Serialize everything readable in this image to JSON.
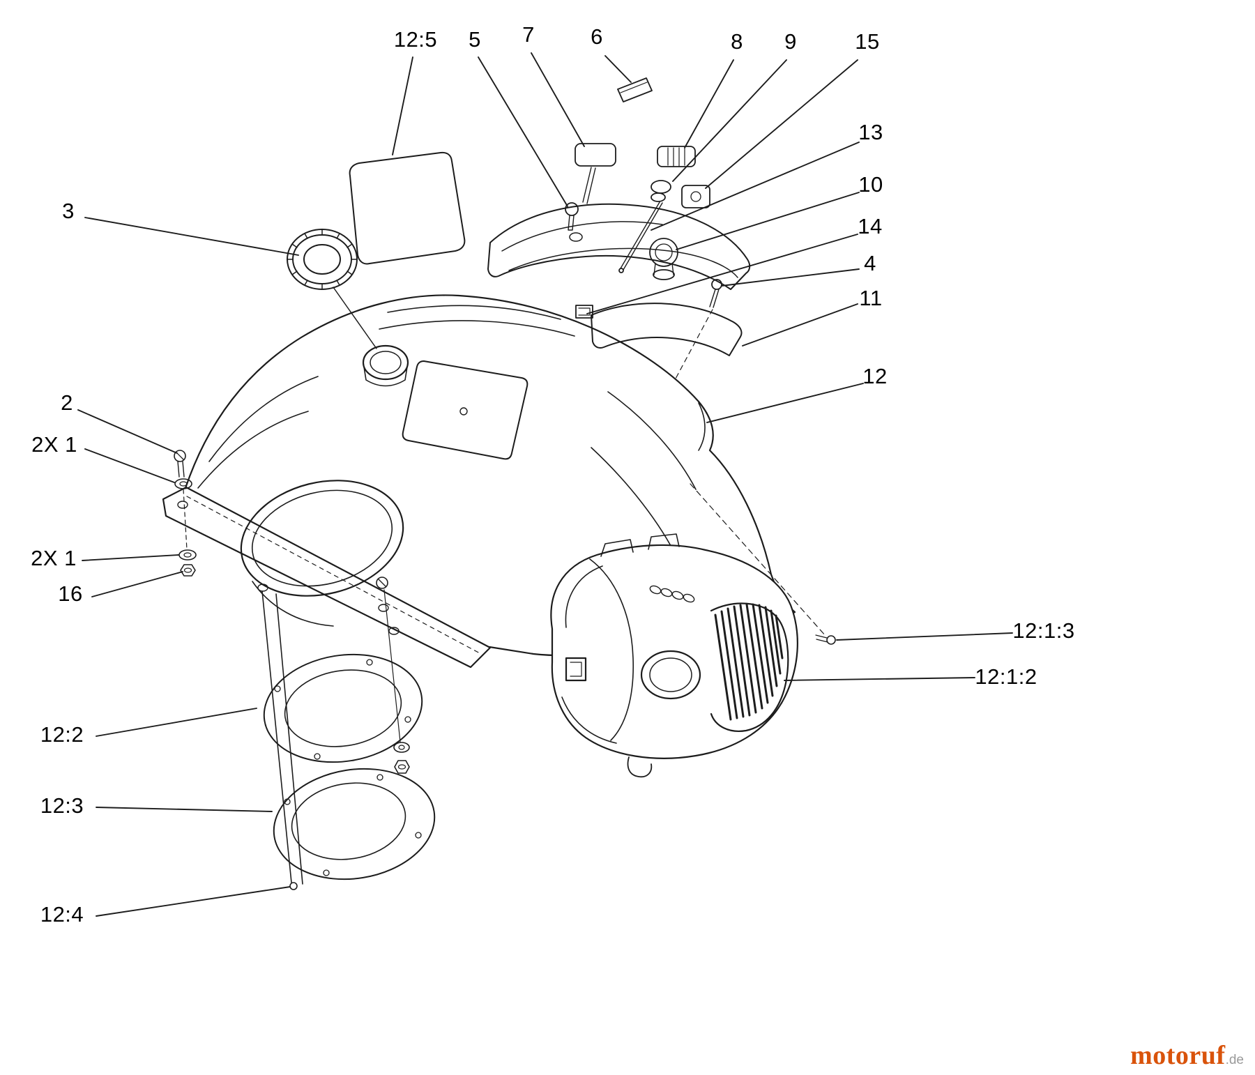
{
  "diagram": {
    "type": "exploded-parts-diagram",
    "subject": "snowthrower upper shroud and control panel assembly",
    "line_color": "#1c1c1c",
    "background_color": "#ffffff",
    "callouts": [
      {
        "id": "12-5",
        "label": "12:5"
      },
      {
        "id": "5",
        "label": "5"
      },
      {
        "id": "7",
        "label": "7"
      },
      {
        "id": "6",
        "label": "6"
      },
      {
        "id": "8",
        "label": "8"
      },
      {
        "id": "9",
        "label": "9"
      },
      {
        "id": "15",
        "label": "15"
      },
      {
        "id": "13",
        "label": "13"
      },
      {
        "id": "10",
        "label": "10"
      },
      {
        "id": "14",
        "label": "14"
      },
      {
        "id": "4",
        "label": "4"
      },
      {
        "id": "11",
        "label": "11"
      },
      {
        "id": "12",
        "label": "12"
      },
      {
        "id": "3",
        "label": "3"
      },
      {
        "id": "2",
        "label": "2"
      },
      {
        "id": "2x1-a",
        "label": "2X 1"
      },
      {
        "id": "2x1-b",
        "label": "2X 1"
      },
      {
        "id": "16",
        "label": "16"
      },
      {
        "id": "12-2",
        "label": "12:2"
      },
      {
        "id": "12-3",
        "label": "12:3"
      },
      {
        "id": "12-4",
        "label": "12:4"
      },
      {
        "id": "12-1-3",
        "label": "12:1:3"
      },
      {
        "id": "12-1-2",
        "label": "12:1:2"
      }
    ]
  },
  "watermark": {
    "brand": "motoruf",
    "suffix": ".de",
    "brand_color": "#d9530b",
    "suffix_color": "#9a9a9a"
  }
}
